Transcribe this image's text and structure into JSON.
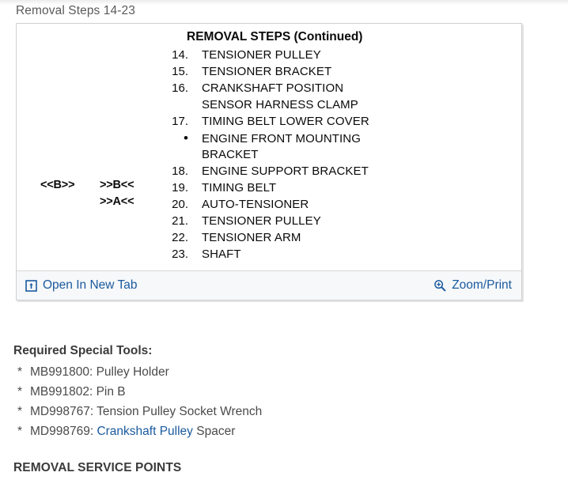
{
  "page": {
    "title": "Removal Steps 14-23"
  },
  "figure": {
    "heading": "REMOVAL STEPS (Continued)",
    "steps": [
      {
        "num": "14.",
        "label": "TENSIONER PULLEY"
      },
      {
        "num": "15.",
        "label": "TENSIONER BRACKET"
      },
      {
        "num": "16.",
        "label": "CRANKSHAFT POSITION"
      },
      {
        "num": "",
        "label": "SENSOR HARNESS CLAMP"
      },
      {
        "num": "17.",
        "label": "TIMING BELT LOWER COVER"
      },
      {
        "num": "•",
        "label": "ENGINE FRONT MOUNTING"
      },
      {
        "num": "",
        "label": "BRACKET"
      },
      {
        "num": "18.",
        "label": "ENGINE SUPPORT BRACKET"
      },
      {
        "num": "19.",
        "label": "TIMING BELT"
      },
      {
        "num": "20.",
        "label": "AUTO-TENSIONER"
      },
      {
        "num": "21.",
        "label": "TENSIONER PULLEY"
      },
      {
        "num": "22.",
        "label": "TENSIONER ARM"
      },
      {
        "num": "23.",
        "label": "SHAFT"
      }
    ],
    "markers": {
      "outer": "<<B>>",
      "b": ">>B<<",
      "a": ">>A<<"
    },
    "footer": {
      "open_in_new_tab": "Open In New Tab",
      "zoom_print": "Zoom/Print"
    }
  },
  "tools": {
    "heading": "Required Special Tools:",
    "bullet": "*",
    "items": [
      {
        "prefix": "MB991800: Pulley Holder",
        "link": "",
        "suffix": ""
      },
      {
        "prefix": "MB991802: Pin B",
        "link": "",
        "suffix": ""
      },
      {
        "prefix": "MD998767: Tension Pulley Socket Wrench",
        "link": "",
        "suffix": ""
      },
      {
        "prefix": "MD998769: ",
        "link": "Crankshaft Pulley",
        "suffix": " Spacer"
      }
    ]
  },
  "service_points": {
    "heading": "REMOVAL SERVICE POINTS"
  },
  "colors": {
    "link": "#1b5a9e",
    "text": "#4a4a4a",
    "heading": "#3b3b3b",
    "panel_border": "#cfcfcf",
    "footer_bg": "#f6f8fa"
  }
}
